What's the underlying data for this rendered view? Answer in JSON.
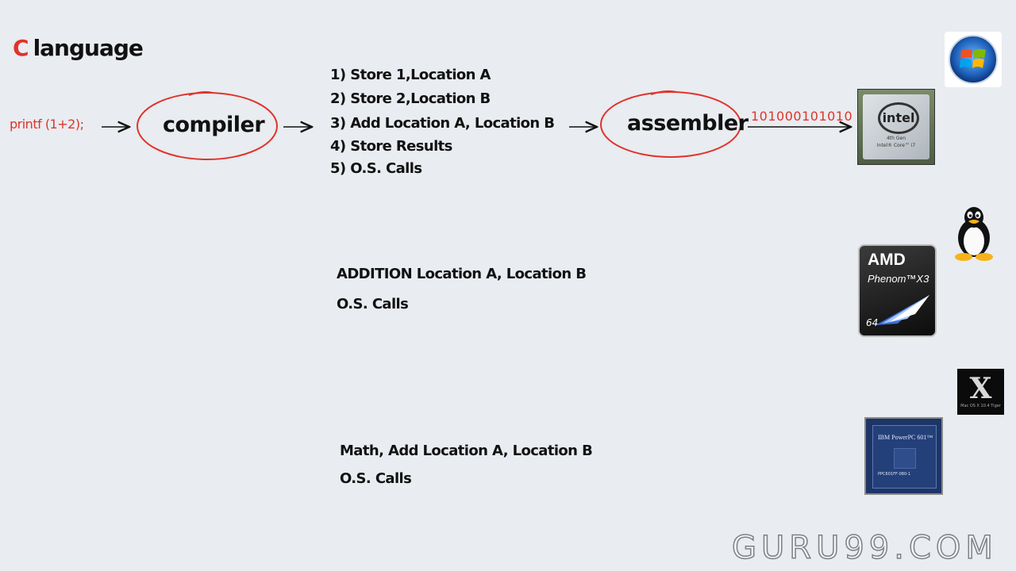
{
  "title": {
    "c": "C",
    "rest": "language"
  },
  "flow": {
    "source_code": "printf (1+2);",
    "compiler_label": "compiler",
    "assembler_label": "assembler",
    "binary_output": "101000101010"
  },
  "compiler_steps": [
    "1) Store 1,Location A",
    "2) Store 2,Location B",
    "3) Add Location A, Location B",
    "4) Store Results",
    "5) O.S. Calls"
  ],
  "amd_block": {
    "line1": "ADDITION Location A, Location B",
    "line2": "O.S. Calls"
  },
  "powerpc_block": {
    "line1": "Math, Add Location A, Location B",
    "line2": "O.S. Calls"
  },
  "logos": {
    "intel": {
      "brand": "intel",
      "sub1": "4th Gen",
      "sub2": "Intel® Core™ i7"
    },
    "amd": {
      "brand": "AMD",
      "model": "Phenom™X3",
      "bits": "64"
    },
    "osx": {
      "mark": "X",
      "caption": "Mac OS X 10.4 Tiger"
    },
    "ibm": {
      "brand": "IBM",
      "model": "PowerPC 601™",
      "part": "PPC601FF-080-1"
    }
  },
  "icons": [
    "windows-logo-icon",
    "linux-tux-icon",
    "mac-osx-icon",
    "intel-chip-icon",
    "amd-chip-icon",
    "ibm-powerpc-chip-icon"
  ],
  "colors": {
    "accent_red": "#e0332b",
    "background": "#e9ecf0"
  },
  "watermark": "GURU99.COM"
}
